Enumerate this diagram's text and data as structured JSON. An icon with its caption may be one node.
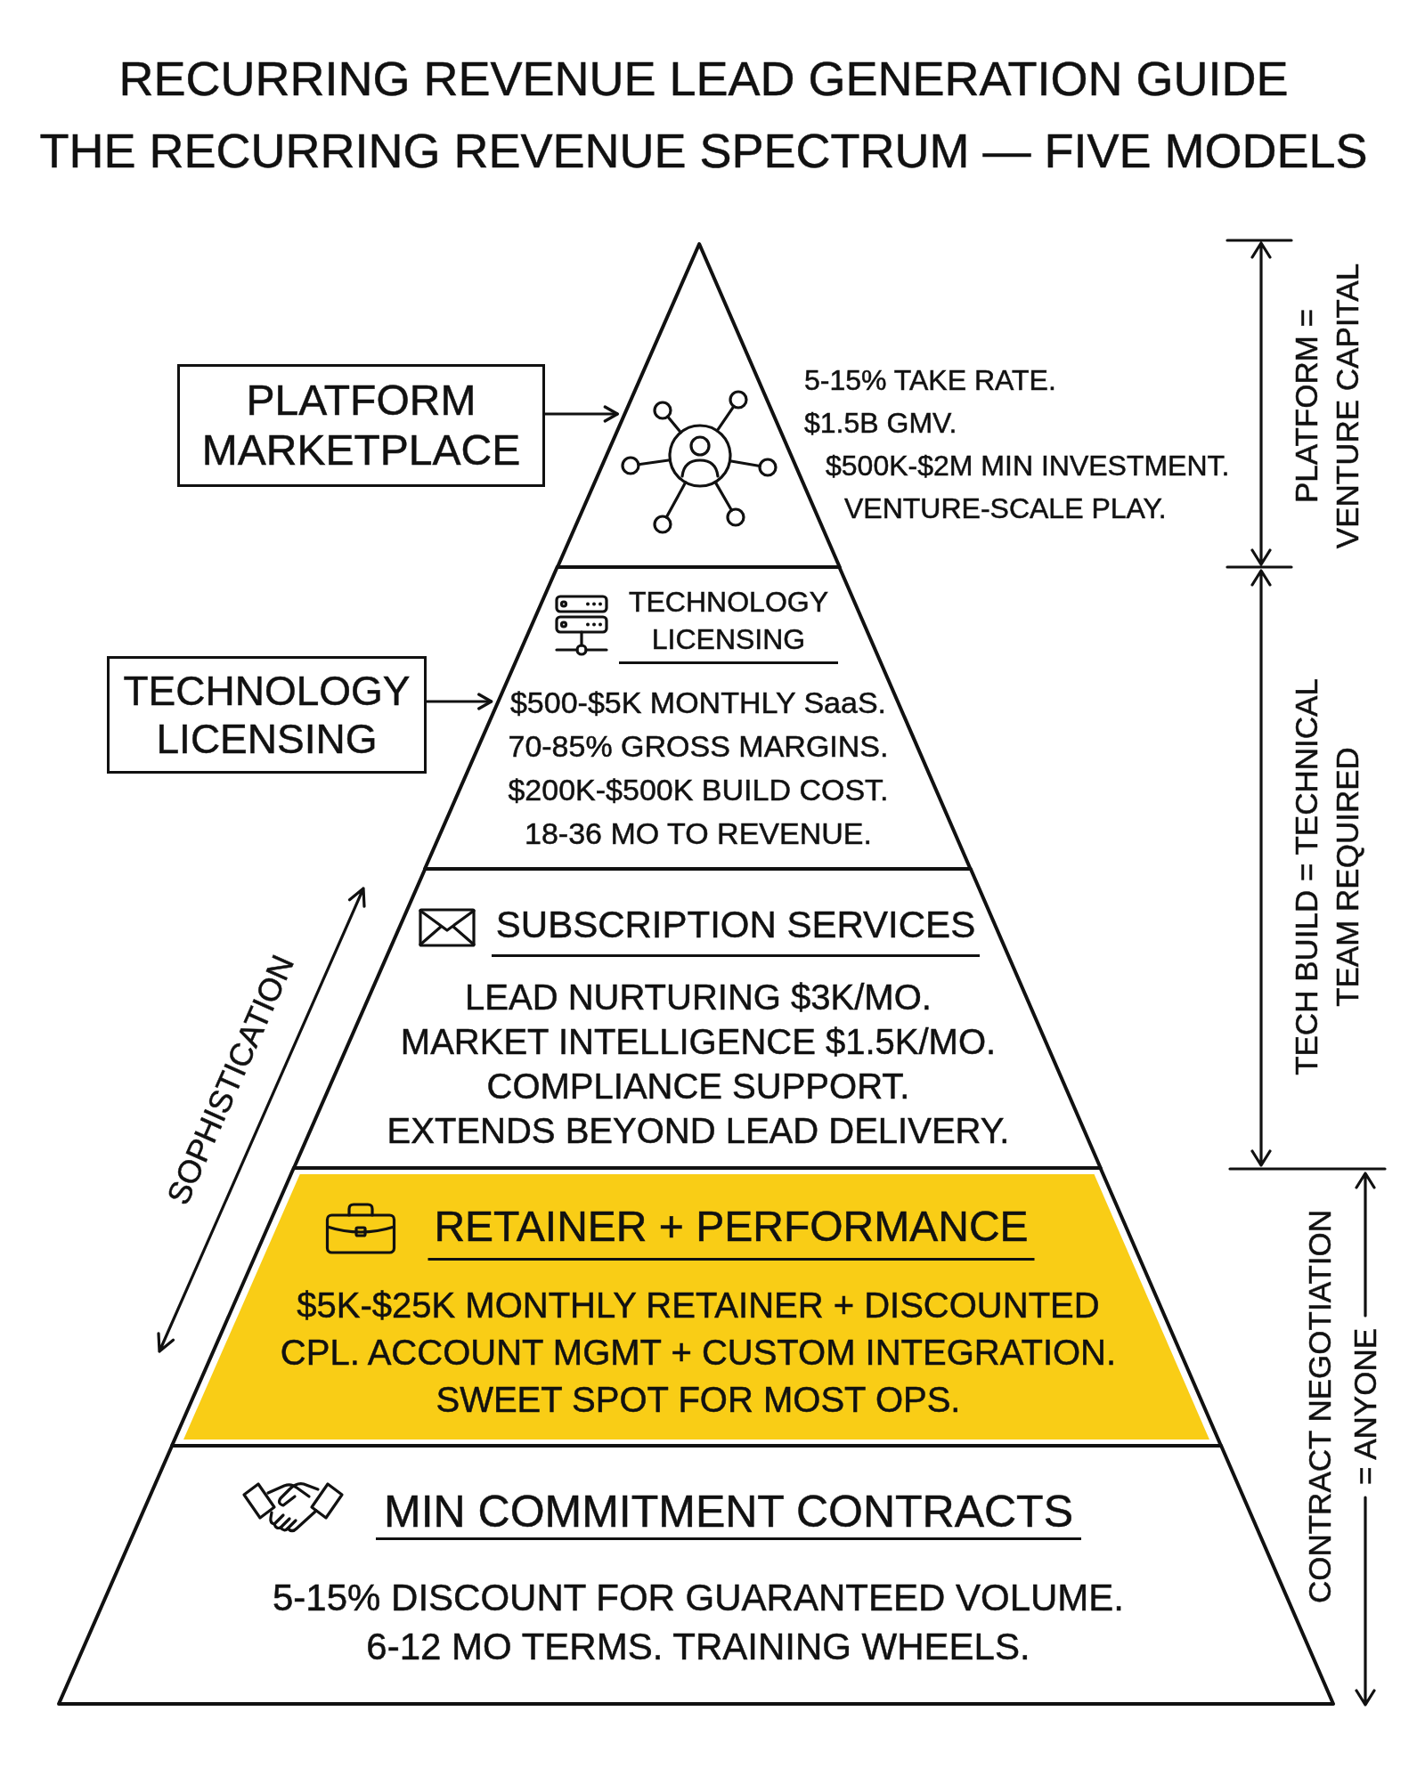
{
  "diagram": {
    "title": "RECURRING REVENUE LEAD GENERATION GUIDE",
    "nodes": [
      {
        "text": [
          "PLATFORM MARKETPLACE"
        ]
      },
      {
        "text": [],
        "shape": "triangle",
        "beside": [
          "5-15% TAKE RATE. $1.5B GMV. $500K-$2M MIN INVESTMENT. VENTURE-SCALE PLAY."
        ]
      },
      {
        "text": [
          "TECHNOLOGY LICENSING"
        ]
      },
      {
        "text": [
          "TECHNOLOGY LICENSING",
          "$500-$5K MONTHLY SaaS. 70-85% GROSS MARGINS. $200K-$500K BUILD COST. 18-36 MO TO REVENUE."
        ]
      },
      {
        "text": [
          "SUBSCRIPTION SERVICES",
          "LEAD NURTURING $3K/MO. MARKET INTELLIGENCE $1.5K/MO. COMPLIANCE SUPPORT. EXTENDS BEYOND LEAD DELIVERY."
        ]
      },
      {
        "text": [
          "RETAINER + PERFORMANCE",
          "$5K-$25K MONTHLY RETAINER + DISCOUNTED CPL. ACCOUNT MGMT + CUSTOM INTEGRATION. SWEET SPOT FOR MOST OPS."
        ]
      },
      {
        "text": [
          "MIN COMMITMENT CONTRACTS",
          "5-15% DISCOUNT FOR GUARANTEED VOLUME. 6-12 MO TERMS. TRAINING WHEELS."
        ]
      }
    ],
    "edges": [
      {
        "from": 0,
        "to": 1,
        "arrow": "to"
      },
      {
        "from": 2,
        "to": 3,
        "arrow": "to"
      }
    ],
    "labels": [
      "THE RECURRING REVENUE SPECTRUM — FIVE MODELS",
      "SOPHISTICATION",
      "PLATFORM = VENTURE CAPITAL",
      "TECH BUILD = TECHNICAL TEAM REQUIRED",
      "CONTRACT NEGOTIATION = ANYONE"
    ]
  }
}
